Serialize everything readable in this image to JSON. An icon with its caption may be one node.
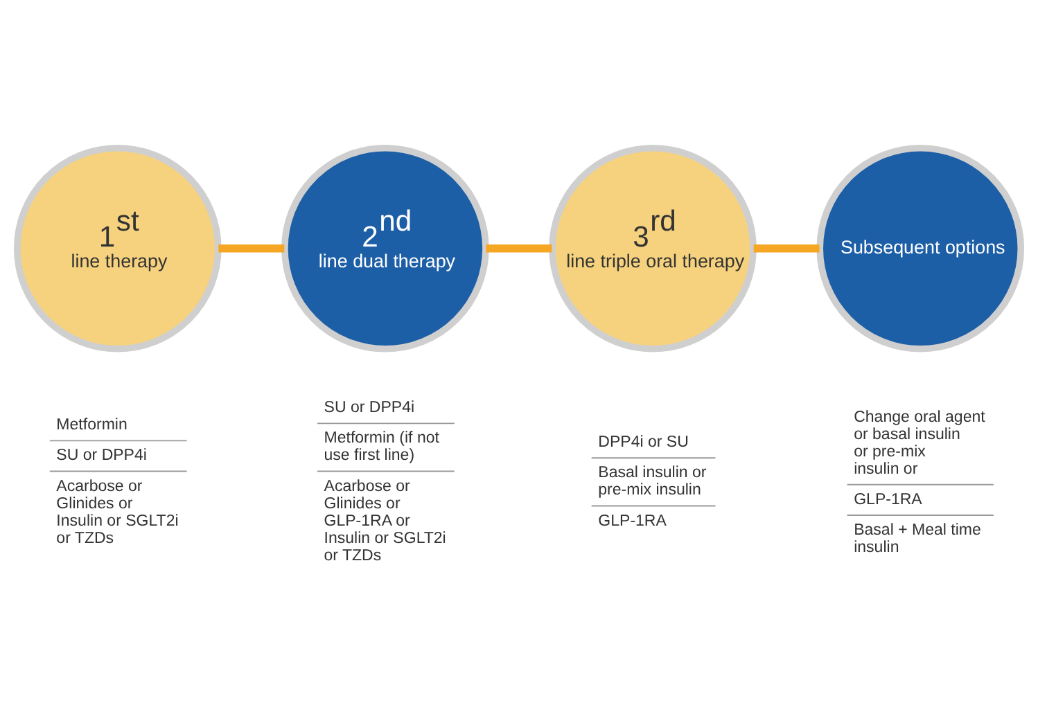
{
  "diagram": {
    "nodes": [
      {
        "text": [
          "1$^{st}$",
          "line therapy"
        ],
        "beside": [
          "Metformin",
          "SU or DPP4i",
          "Acarbose or Glinides or Insulin or SGLT2i or TZDs"
        ]
      },
      {
        "text": [
          "2$^{nd}$",
          "line dual therapy"
        ],
        "beside": [
          "SU or DPP4i",
          "Metformin (if not use first line)",
          "Acarbose or Glinides or GLP-1RA or Insulin or SGLT2i or TZDs"
        ]
      },
      {
        "text": [
          "3$^{rd}$",
          "line triple oral therapy"
        ],
        "beside": [
          "DPP4i or SU",
          "Basal insulin or pre-mix insulin",
          "GLP-1RA"
        ]
      },
      {
        "text": [
          "Subsequent options"
        ],
        "beside": [
          "Change oral agent or basal insulin or pre-mix insulin or",
          "GLP-1RA",
          "Basal + Meal time insulin"
        ]
      }
    ],
    "edges": [
      {
        "from": 0,
        "to": 1,
        "arrow": "none"
      },
      {
        "from": 1,
        "to": 2,
        "arrow": "none"
      },
      {
        "from": 2,
        "to": 3,
        "arrow": "none"
      }
    ]
  }
}
